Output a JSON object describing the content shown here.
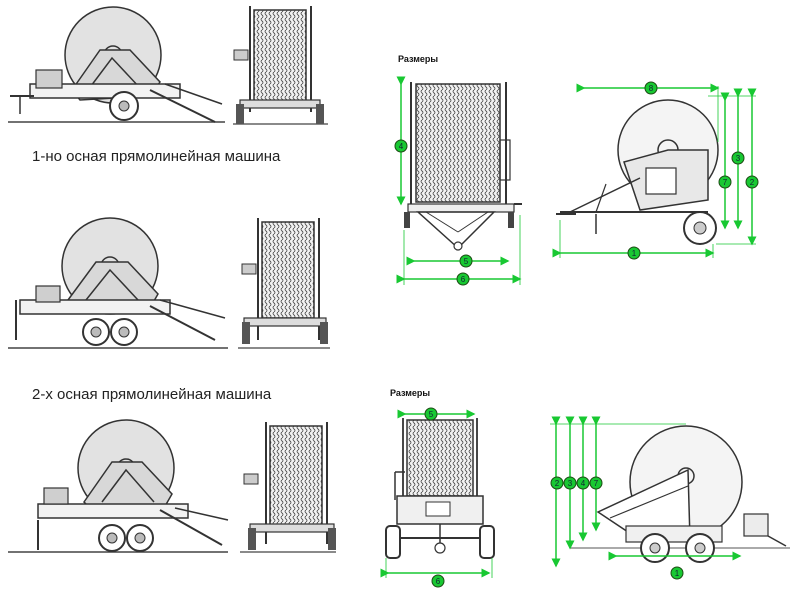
{
  "captions": {
    "single_axle": "1-но осная прямолинейная машина",
    "double_axle": "2-х осная прямолинейная машина"
  },
  "dimension_titles": {
    "top": "Размеры",
    "bottom": "Размеры"
  },
  "markers": {
    "top_front": [
      "4",
      "5",
      "6"
    ],
    "top_side": [
      "8",
      "3",
      "7",
      "2",
      "1"
    ],
    "bottom_front": [
      "5",
      "6"
    ],
    "bottom_side": [
      "2",
      "3",
      "4",
      "7",
      "1"
    ]
  },
  "colors": {
    "dimension_green": "#18c832",
    "marker_dark": "#1d4a14",
    "line_dark": "#333333",
    "fill_gray": "#e2e2e2"
  }
}
